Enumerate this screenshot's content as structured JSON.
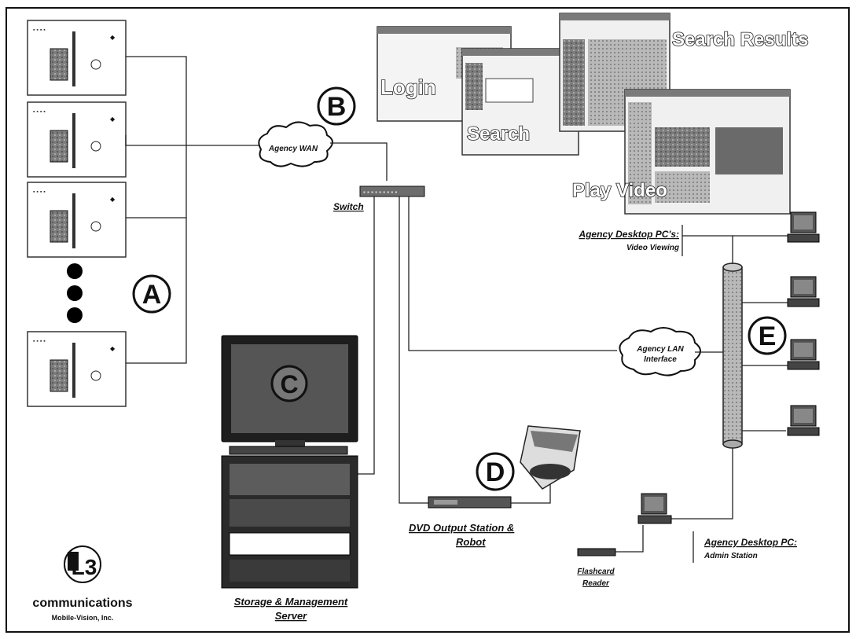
{
  "labels": {
    "agency_wan": "Agency WAN",
    "switch": "Switch",
    "agency_lan_line1": "Agency LAN",
    "agency_lan_line2": "Interface",
    "desktop_pcs_title": "Agency Desktop PC's:",
    "desktop_pcs_sub": "Video Viewing",
    "admin_pc_title": "Agency Desktop PC:",
    "admin_pc_sub": "Admin Station",
    "dvd_line1": "DVD Output Station &",
    "dvd_line2": "Robot",
    "storage_line1": "Storage & Management",
    "storage_line2": "Server",
    "flashcard_line1": "Flashcard",
    "flashcard_line2": "Reader"
  },
  "screens": {
    "login": "Login",
    "search": "Search",
    "search_results": "Search Results",
    "play_video": "Play Video"
  },
  "letters": {
    "a": "A",
    "b": "B",
    "c": "C",
    "d": "D",
    "e": "E"
  },
  "logo": {
    "mark": "L3",
    "name": "communications",
    "sub": "Mobile-Vision, Inc."
  },
  "colors": {
    "ink": "#111111",
    "screen_gray": "#8a8a8a",
    "backbone": "#9a9a9a"
  }
}
